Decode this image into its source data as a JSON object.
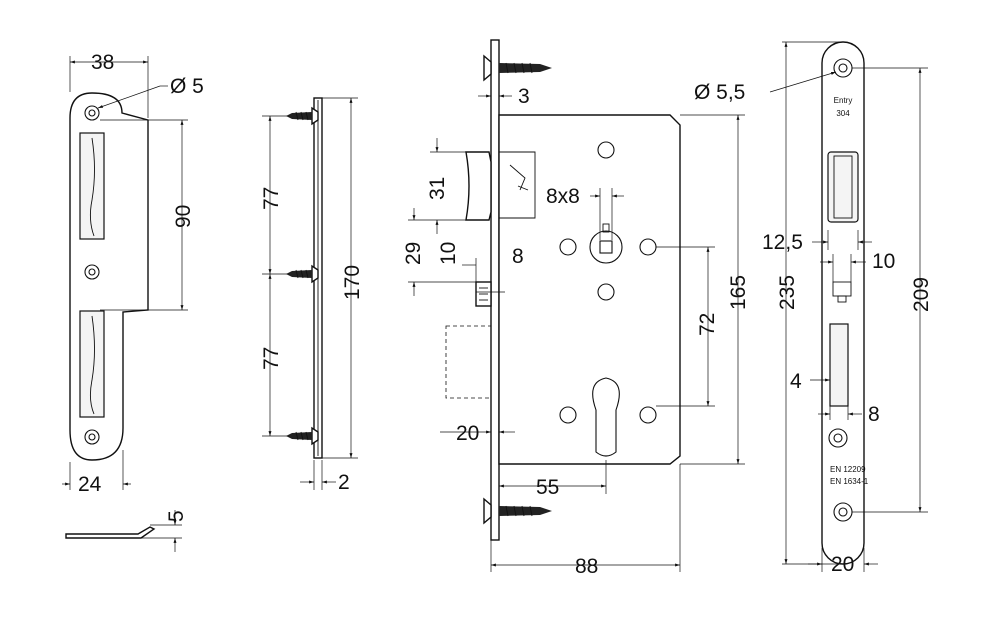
{
  "strike_plate": {
    "width": "38",
    "hole_diameter": "Ø 5",
    "spacing": "90",
    "bottom_width": "24",
    "bend": "5"
  },
  "side_view": {
    "upper_spacing": "77",
    "lower_spacing": "77",
    "length": "170",
    "thickness": "2"
  },
  "lock_body": {
    "faceplate_thickness": "3",
    "latch_height": "31",
    "spindle_square": "8x8",
    "latch_projection": "29",
    "offset_10": "10",
    "offset_8": "8",
    "overall_height": "165",
    "center_distance": "72",
    "cylinder_offset": "20",
    "backset": "55",
    "depth": "88"
  },
  "faceplate": {
    "screw_diameter": "Ø 5,5",
    "marking_line1": "Entry",
    "marking_line2": "304",
    "dim_12_5": "12,5",
    "dim_10": "10",
    "length": "235",
    "hole_spacing": "209",
    "dim_4": "4",
    "dim_8": "8",
    "width": "20",
    "standard_1": "EN 12209",
    "standard_2": "EN 1634-1"
  }
}
